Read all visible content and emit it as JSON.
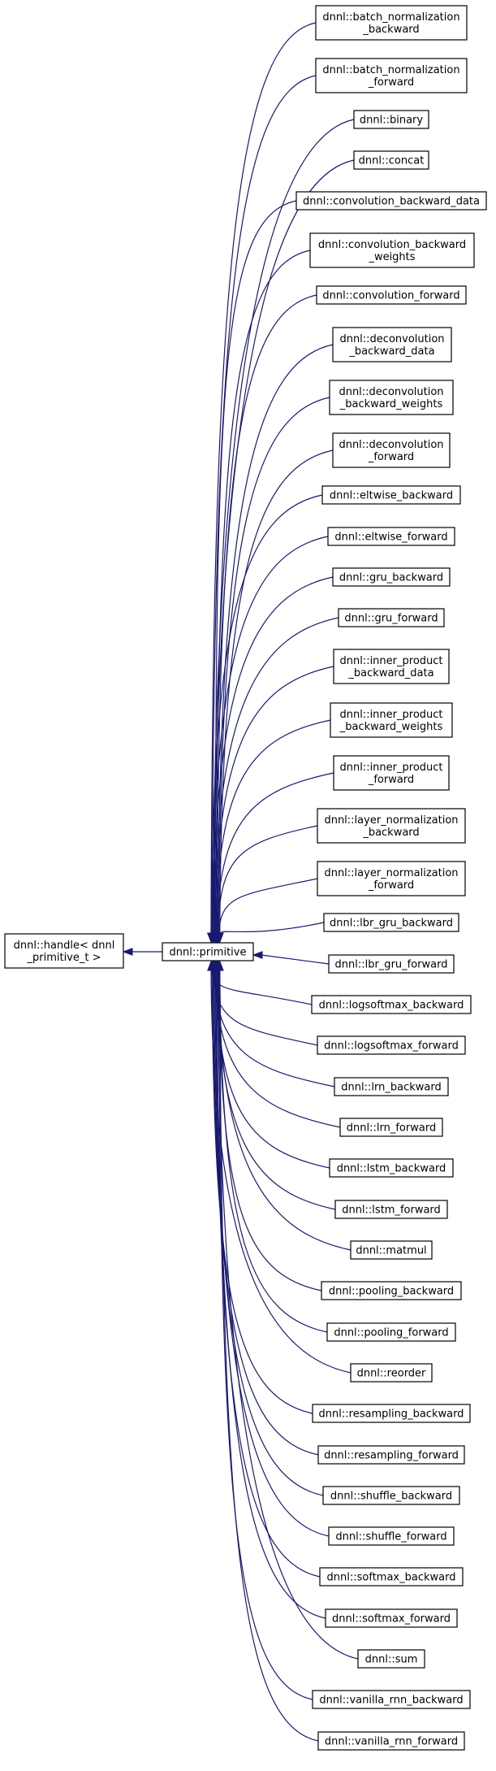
{
  "diagram": {
    "edge_color": "#191970",
    "base": {
      "id": "handle",
      "lines": [
        "dnnl::handle< dnnl",
        "_primitive_t >"
      ]
    },
    "center": {
      "id": "primitive",
      "lines": [
        "dnnl::primitive"
      ]
    },
    "derived": [
      {
        "id": "batch_normalization_backward",
        "lines": [
          "dnnl::batch_normalization",
          "_backward"
        ]
      },
      {
        "id": "batch_normalization_forward",
        "lines": [
          "dnnl::batch_normalization",
          "_forward"
        ]
      },
      {
        "id": "binary",
        "lines": [
          "dnnl::binary"
        ]
      },
      {
        "id": "concat",
        "lines": [
          "dnnl::concat"
        ]
      },
      {
        "id": "convolution_backward_data",
        "lines": [
          "dnnl::convolution_backward_data"
        ]
      },
      {
        "id": "convolution_backward_weights",
        "lines": [
          "dnnl::convolution_backward",
          "_weights"
        ]
      },
      {
        "id": "convolution_forward",
        "lines": [
          "dnnl::convolution_forward"
        ]
      },
      {
        "id": "deconvolution_backward_data",
        "lines": [
          "dnnl::deconvolution",
          "_backward_data"
        ]
      },
      {
        "id": "deconvolution_backward_weights",
        "lines": [
          "dnnl::deconvolution",
          "_backward_weights"
        ]
      },
      {
        "id": "deconvolution_forward",
        "lines": [
          "dnnl::deconvolution",
          "_forward"
        ]
      },
      {
        "id": "eltwise_backward",
        "lines": [
          "dnnl::eltwise_backward"
        ]
      },
      {
        "id": "eltwise_forward",
        "lines": [
          "dnnl::eltwise_forward"
        ]
      },
      {
        "id": "gru_backward",
        "lines": [
          "dnnl::gru_backward"
        ]
      },
      {
        "id": "gru_forward",
        "lines": [
          "dnnl::gru_forward"
        ]
      },
      {
        "id": "inner_product_backward_data",
        "lines": [
          "dnnl::inner_product",
          "_backward_data"
        ]
      },
      {
        "id": "inner_product_backward_weights",
        "lines": [
          "dnnl::inner_product",
          "_backward_weights"
        ]
      },
      {
        "id": "inner_product_forward",
        "lines": [
          "dnnl::inner_product",
          "_forward"
        ]
      },
      {
        "id": "layer_normalization_backward",
        "lines": [
          "dnnl::layer_normalization",
          "_backward"
        ]
      },
      {
        "id": "layer_normalization_forward",
        "lines": [
          "dnnl::layer_normalization",
          "_forward"
        ]
      },
      {
        "id": "lbr_gru_backward",
        "lines": [
          "dnnl::lbr_gru_backward"
        ]
      },
      {
        "id": "lbr_gru_forward",
        "lines": [
          "dnnl::lbr_gru_forward"
        ]
      },
      {
        "id": "logsoftmax_backward",
        "lines": [
          "dnnl::logsoftmax_backward"
        ]
      },
      {
        "id": "logsoftmax_forward",
        "lines": [
          "dnnl::logsoftmax_forward"
        ]
      },
      {
        "id": "lrn_backward",
        "lines": [
          "dnnl::lrn_backward"
        ]
      },
      {
        "id": "lrn_forward",
        "lines": [
          "dnnl::lrn_forward"
        ]
      },
      {
        "id": "lstm_backward",
        "lines": [
          "dnnl::lstm_backward"
        ]
      },
      {
        "id": "lstm_forward",
        "lines": [
          "dnnl::lstm_forward"
        ]
      },
      {
        "id": "matmul",
        "lines": [
          "dnnl::matmul"
        ]
      },
      {
        "id": "pooling_backward",
        "lines": [
          "dnnl::pooling_backward"
        ]
      },
      {
        "id": "pooling_forward",
        "lines": [
          "dnnl::pooling_forward"
        ]
      },
      {
        "id": "reorder",
        "lines": [
          "dnnl::reorder"
        ]
      },
      {
        "id": "resampling_backward",
        "lines": [
          "dnnl::resampling_backward"
        ]
      },
      {
        "id": "resampling_forward",
        "lines": [
          "dnnl::resampling_forward"
        ]
      },
      {
        "id": "shuffle_backward",
        "lines": [
          "dnnl::shuffle_backward"
        ]
      },
      {
        "id": "shuffle_forward",
        "lines": [
          "dnnl::shuffle_forward"
        ]
      },
      {
        "id": "softmax_backward",
        "lines": [
          "dnnl::softmax_backward"
        ]
      },
      {
        "id": "softmax_forward",
        "lines": [
          "dnnl::softmax_forward"
        ]
      },
      {
        "id": "sum",
        "lines": [
          "dnnl::sum"
        ]
      },
      {
        "id": "vanilla_rnn_backward",
        "lines": [
          "dnnl::vanilla_rnn_backward"
        ]
      },
      {
        "id": "vanilla_rnn_forward",
        "lines": [
          "dnnl::vanilla_rnn_forward"
        ]
      }
    ]
  }
}
